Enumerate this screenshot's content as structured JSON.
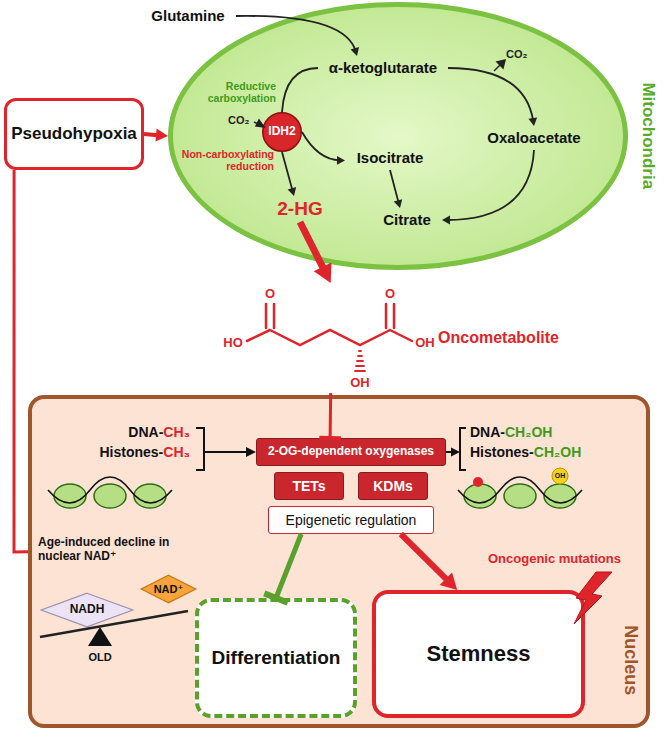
{
  "diagram": {
    "nodes": [
      {
        "text": [
          "Mitochondria"
        ]
      },
      {
        "text": [
          "Glutamine"
        ]
      },
      {
        "text": [
          "α-ketoglutarate"
        ],
        "in": 0
      },
      {
        "text": [
          "Oxaloacetate"
        ],
        "in": 0
      },
      {
        "text": [
          "Isocitrate"
        ],
        "in": 0
      },
      {
        "text": [
          "Citrate"
        ],
        "in": 0
      },
      {
        "text": [
          "IDH2"
        ],
        "in": 0
      },
      {
        "text": [
          "2-HG"
        ],
        "in": 0
      },
      {
        "text": [
          "Pseudohypoxia"
        ]
      },
      {
        "text": [
          "Oncometabolite"
        ]
      },
      {
        "text": [
          "Nucleus"
        ]
      },
      {
        "text": [
          "2-OG-dependent oxygenases"
        ],
        "in": 10
      },
      {
        "text": [
          "TETs"
        ],
        "in": 10
      },
      {
        "text": [
          "KDMs"
        ],
        "in": 10
      },
      {
        "text": [
          "Epigenetic regulation"
        ],
        "in": 10
      },
      {
        "text": [
          "Differentiation"
        ],
        "in": 10
      },
      {
        "text": [
          "Stemness"
        ],
        "in": 10
      },
      {
        "text": [
          "NADH"
        ],
        "in": 10
      },
      {
        "text": [
          "NAD⁺"
        ],
        "in": 10
      }
    ],
    "edges": [
      {
        "from": 1,
        "to": 2,
        "arrow": "to"
      },
      {
        "from": 2,
        "to": 3,
        "arrow": "to"
      },
      {
        "from": 3,
        "to": 5,
        "arrow": "to"
      },
      {
        "from": 4,
        "to": 5,
        "arrow": "to"
      },
      {
        "from": 2,
        "to": 6,
        "arrow": "none"
      },
      {
        "from": 6,
        "to": 4,
        "arrow": "to"
      },
      {
        "from": 6,
        "to": 7,
        "arrow": "to"
      },
      {
        "from": 8,
        "to": 0,
        "arrow": "to"
      },
      {
        "from": 7,
        "to": 9,
        "arrow": "to"
      },
      {
        "from": 9,
        "to": 11,
        "arrow": "to"
      },
      {
        "from": 8,
        "to": 10,
        "arrow": "none"
      },
      {
        "from": 14,
        "to": 15,
        "arrow": "to"
      },
      {
        "from": 14,
        "to": 16,
        "arrow": "to"
      }
    ],
    "labels": [
      "Reductive carboxylation",
      "CO₂",
      "Non-carboxylating reduction",
      "CO₂",
      "HO",
      "O",
      "O",
      "OH",
      "OH",
      "DNA-",
      "CH₃",
      "Histones-",
      "CH₃",
      "DNA-",
      "CH₂OH",
      "Histones-",
      "CH₂OH",
      "OH",
      "Age-induced decline in nuclear NAD⁺",
      "OLD",
      "Oncogenic mutations"
    ]
  }
}
